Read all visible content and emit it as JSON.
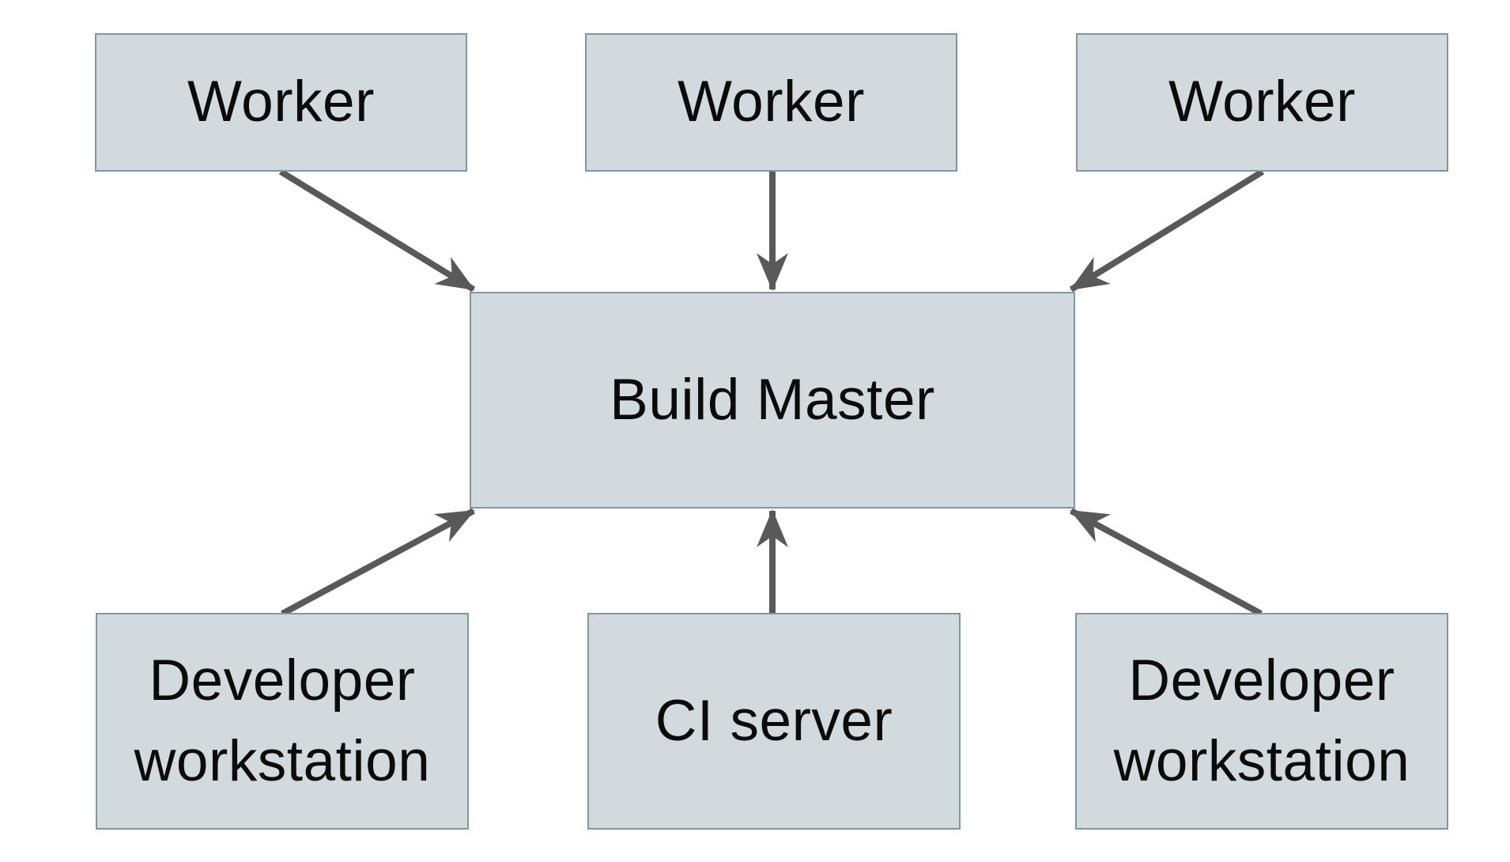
{
  "diagram": {
    "nodes": {
      "worker_1": {
        "label": "Worker"
      },
      "worker_2": {
        "label": "Worker"
      },
      "worker_3": {
        "label": "Worker"
      },
      "build_master": {
        "label": "Build Master"
      },
      "developer_workstation_1": {
        "label": "Developer workstation"
      },
      "ci_server": {
        "label": "CI server"
      },
      "developer_workstation_2": {
        "label": "Developer workstation"
      }
    },
    "connections": [
      {
        "from": "Worker",
        "to": "Build Master"
      },
      {
        "from": "Worker",
        "to": "Build Master"
      },
      {
        "from": "Worker",
        "to": "Build Master"
      },
      {
        "from": "Developer workstation",
        "to": "Build Master"
      },
      {
        "from": "CI server",
        "to": "Build Master"
      },
      {
        "from": "Developer workstation",
        "to": "Build Master"
      }
    ],
    "colors": {
      "background": "#ffffff",
      "node_fill": "#d3dadd",
      "node_border": "#7d97a3",
      "arrow": "#595959",
      "text": "#0b0b0b"
    }
  }
}
